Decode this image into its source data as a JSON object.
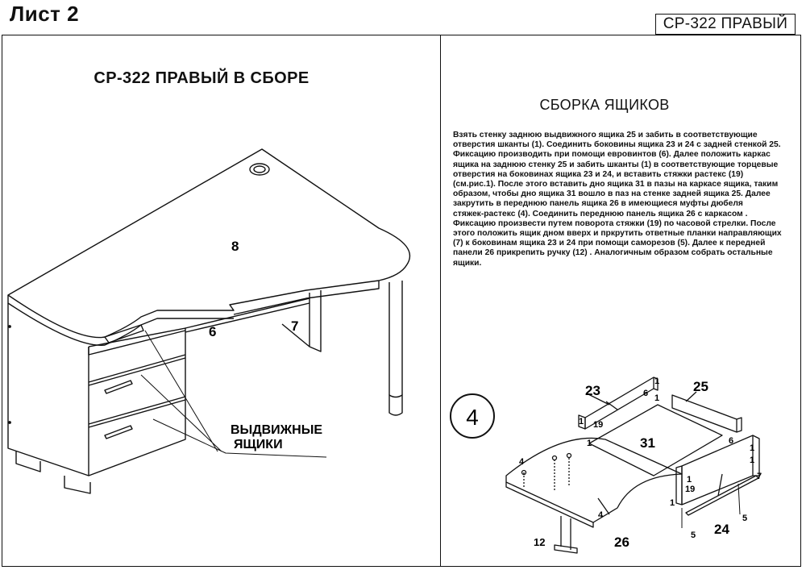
{
  "header": {
    "sheet_label": "Лист 2",
    "model_tag": "СР-322 ПРАВЫЙ"
  },
  "left_panel": {
    "title": "СР-322 ПРАВЫЙ В СБОРЕ",
    "callout_text_line1": "ВЫДВИЖНЫЕ",
    "callout_text_line2": "ЯЩИКИ",
    "part_labels": {
      "top": "8",
      "shelf": "6",
      "side": "7"
    }
  },
  "right_panel": {
    "title": "СБОРКА ЯЩИКОВ",
    "instructions": [
      "Взять стенку заднюю выдвижного ящика 25 и забить в соответствующие",
      "отверстия шканты (1). Соединить боковины ящика 23 и 24 с задней стенкой 25.",
      "Фиксацию производить при помощи евровинтов (6). Далее положить каркас",
      "ящика на заднюю стенку 25  и забить шканты (1) в соответствующие  торцевые",
      "отверстия на боковинах ящика 23 и 24, и вставить стяжки растекс (19)",
      "(см.рис.1). После этого вставить дно ящика 31  в пазы на каркасе ящика, таким",
      "образом, чтобы дно ящика 31  вошло в паз на стенке задней ящика 25. Далее",
      "закрутить в переднюю панель ящика 26 в имеющиеся муфты дюбеля",
      "стяжек-растекс (4). Соединить переднюю панель ящика 26 с каркасом .",
      "Фиксацию произвести путем поворота стяжки (19) по часовой стрелки. После",
      "этого положить ящик дном вверх и пркрутить ответные планки направляющих",
      "(7) к боковинам ящика 23 и 24 при помощи саморезов (5). Далее к передней",
      "панели 26 прикрепить ручку (12)   . Аналогичным образом собрать остальные",
      "ящики."
    ],
    "figure_number": "4",
    "diagram_labels": {
      "side_left": "23",
      "back": "25",
      "bottom": "31",
      "side_right": "24",
      "front": "26",
      "handle": "12",
      "dowel_a": "1",
      "dowel_b": "1",
      "dowel_c": "1",
      "dowel_d": "1",
      "dowel_e": "1",
      "dowel_f": "1",
      "dowel_g": "1",
      "dowel_h": "1",
      "screw_a": "6",
      "screw_b": "6",
      "tie_a": "19",
      "tie_b": "19",
      "coupling_a": "4",
      "coupling_b": "4",
      "rail": "7",
      "screw_c": "5",
      "screw_d": "5"
    }
  }
}
